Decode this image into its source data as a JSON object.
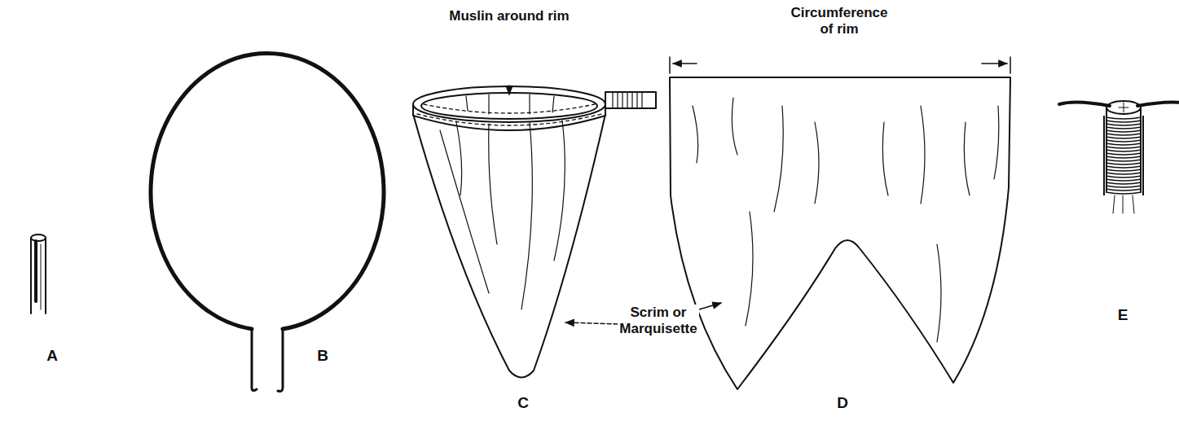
{
  "diagram": {
    "labels": [
      "Muslin around rim",
      "Circumference of rim",
      "Scrim or Marquisette",
      "A",
      "B",
      "C",
      "D",
      "E"
    ]
  }
}
